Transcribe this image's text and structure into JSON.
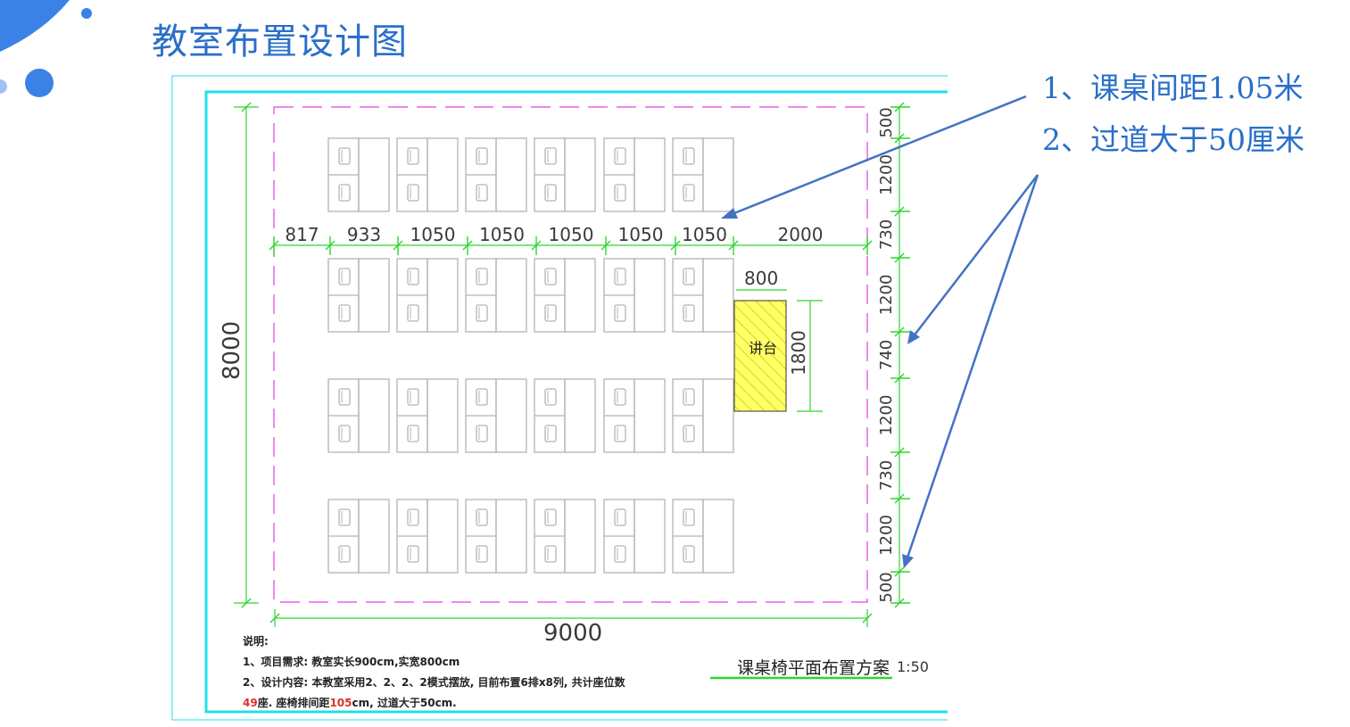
{
  "page": {
    "title": "教室布置设计图"
  },
  "notes": [
    "1、课桌间距1.05米",
    "2、过道大于50厘米"
  ],
  "drawing": {
    "horizontal_dims": [
      "817",
      "933",
      "1050",
      "1050",
      "1050",
      "1050",
      "1050",
      "2000"
    ],
    "vertical_dims": [
      "500",
      "1200",
      "730",
      "1200",
      "740",
      "1200",
      "730",
      "1200",
      "500"
    ],
    "overall_width": "9000",
    "overall_height": "8000",
    "podium_label": "讲台",
    "podium_width": "800",
    "podium_length": "1800",
    "plan_title": "课桌椅平面布置方案",
    "scale": "1:50"
  },
  "legend": {
    "heading": "说明:",
    "line1": "1、项目需求: 教室实长900cm,实宽800cm",
    "line2": "2、设计内容: 本教室采用2、2、2、2模式摆放, 目前布置6排x8列, 共计座位数",
    "line3_a": "49",
    "line3_b": "座. 座椅排间距",
    "line3_c": "105",
    "line3_d": "cm, 过道大于50cm."
  },
  "colors": {
    "title_blue": "#2a6fc9",
    "arrow_blue": "#4472c4",
    "frame_cyan": "#1fe0e8",
    "dim_green": "#2ed52e",
    "boundary_magenta": "#e040e0",
    "podium_yellow": "#ffff66",
    "desk_gray": "#b4b4b4"
  }
}
